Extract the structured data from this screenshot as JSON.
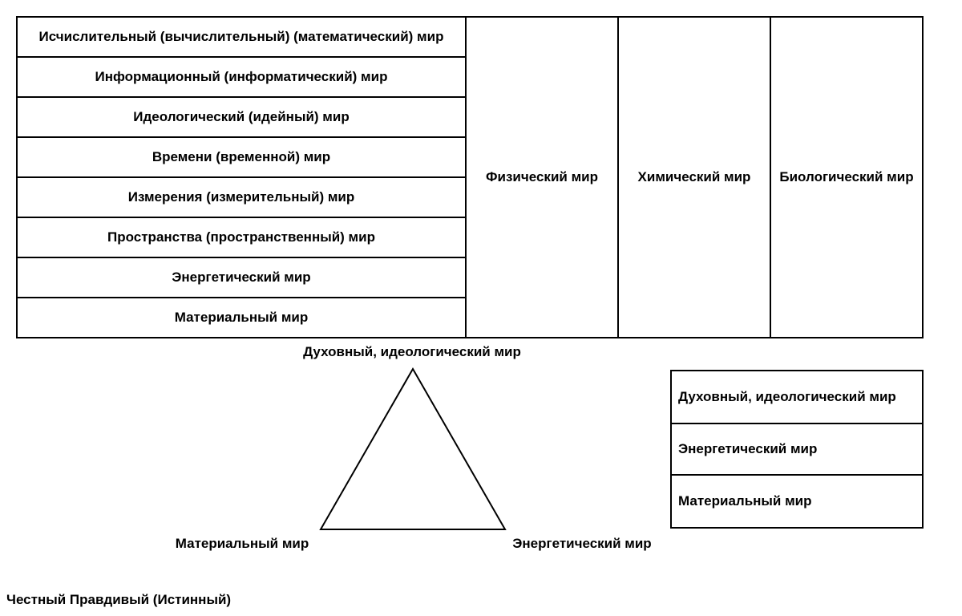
{
  "worlds_table": {
    "rows": [
      "Исчислительный (вычислительный) (математический) мир",
      "Информационный (информатический) мир",
      "Идеологический (идейный) мир",
      "Времени (временной) мир",
      "Измерения (измерительный) мир",
      "Пространства (пространственный) мир",
      "Энергетический мир",
      "Материальный мир"
    ],
    "columns": [
      "Физический мир",
      "Химический мир",
      "Биологический мир"
    ]
  },
  "triangle": {
    "top_label": "Духовный, идеологический мир",
    "left_label": "Материальный мир",
    "right_label": "Энергетический мир"
  },
  "side_box": {
    "items": [
      "Духовный, идеологический мир",
      "Энергетический мир",
      "Материальный мир"
    ]
  },
  "footer_text": "Честный Правдивый (Истинный)"
}
